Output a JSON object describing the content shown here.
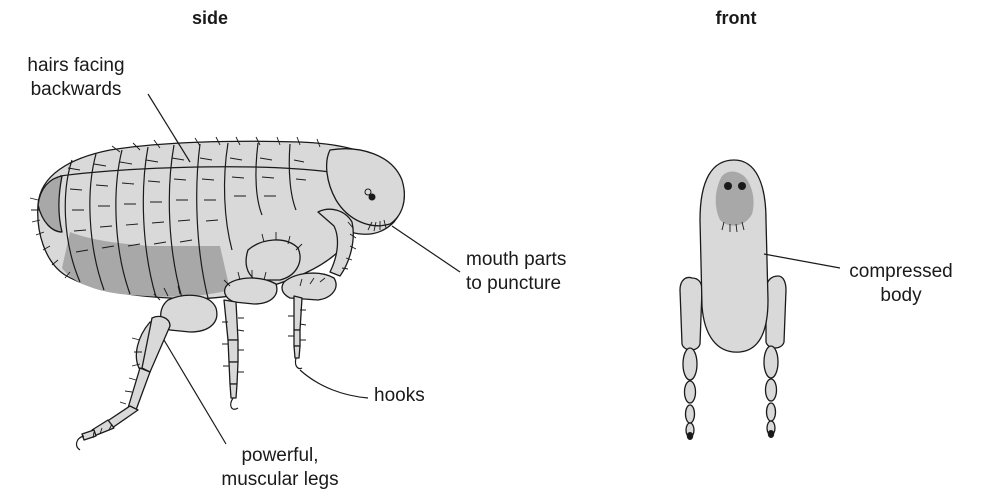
{
  "views": {
    "side": "side",
    "front": "front"
  },
  "labels": {
    "hairs": [
      "hairs facing",
      "backwards"
    ],
    "mouth": [
      "mouth parts",
      "to puncture"
    ],
    "hooks": "hooks",
    "legs": [
      "powerful,",
      "muscular legs"
    ],
    "body": [
      "compressed",
      "body"
    ]
  },
  "colors": {
    "fill": "#d9d9d9",
    "shade": "#a8a8a8",
    "stroke": "#1a1a1a"
  }
}
